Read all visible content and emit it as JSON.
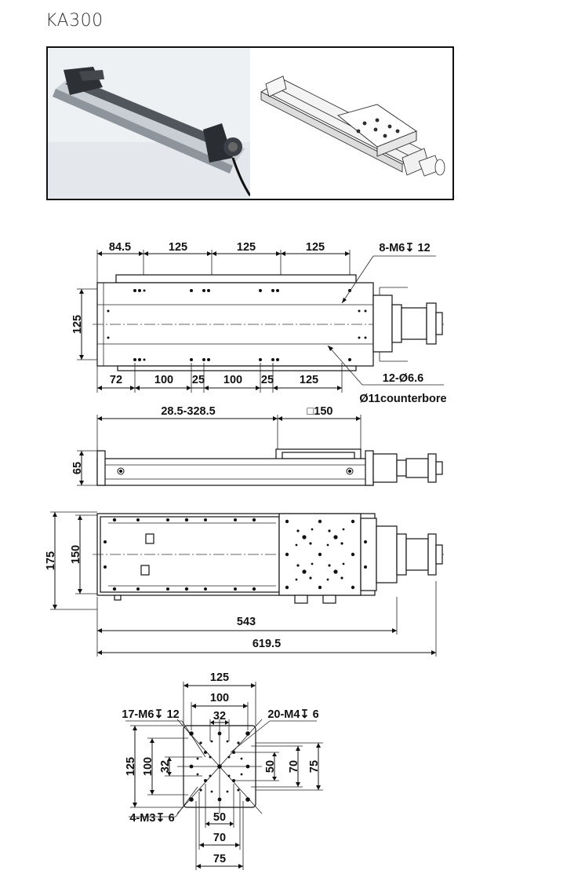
{
  "title": "KA300",
  "photos": {
    "left": "product-photo",
    "right": "3d-render"
  },
  "top_view": {
    "dims_top": [
      "84.5",
      "125",
      "125",
      "125"
    ],
    "dims_bottom": [
      "72",
      "100",
      "25",
      "100",
      "25",
      "125"
    ],
    "height": "125",
    "callout_top": "8-M6↧ 12",
    "callout_bottom_1": "12-Ø6.6",
    "callout_bottom_2": "Ø11counterbore"
  },
  "side_view": {
    "stroke": "28.5-328.5",
    "carriage": "□150",
    "height": "65"
  },
  "front_view": {
    "outer_height": "175",
    "inner_height": "150",
    "length_1": "543",
    "length_2": "619.5"
  },
  "carriage_view": {
    "w125": "125",
    "w100": "100",
    "w32": "32",
    "callout_left": "17-M6↧ 12",
    "callout_right": "20-M4↧ 6",
    "callout_bottom_left": "4-M3↧ 6",
    "h125": "125",
    "h100": "100",
    "h32": "32",
    "h50": "50",
    "h70": "70",
    "h75": "75",
    "b50": "50",
    "b70": "70",
    "b75": "75"
  }
}
